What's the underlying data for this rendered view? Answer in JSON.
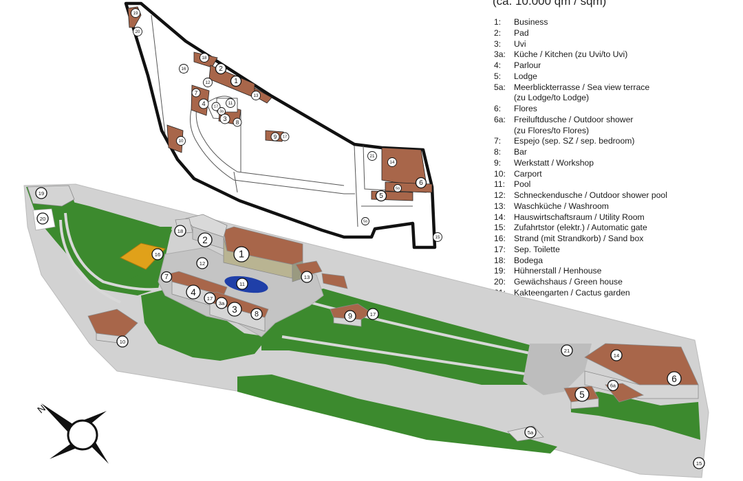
{
  "title": "(ca. 10.000 qm / sqm)",
  "legend": [
    {
      "num": "1:",
      "text": "Business"
    },
    {
      "num": "2:",
      "text": "Pad"
    },
    {
      "num": "3:",
      "text": "Uvi"
    },
    {
      "num": "3a:",
      "text": "Küche / Kitchen (zu Uvi/to Uvi)"
    },
    {
      "num": "4:",
      "text": "Parlour"
    },
    {
      "num": "5:",
      "text": "Lodge"
    },
    {
      "num": "5a:",
      "text": "Meerblickterrasse / Sea view terrace\n(zu Lodge/to Lodge)"
    },
    {
      "num": "6:",
      "text": "Flores"
    },
    {
      "num": "6a:",
      "text": "Freiluftdusche / Outdoor shower\n(zu Flores/to Flores)"
    },
    {
      "num": "7:",
      "text": "Espejo (sep. SZ / sep. bedroom)"
    },
    {
      "num": "8:",
      "text": "Bar"
    },
    {
      "num": "9:",
      "text": "Werkstatt / Workshop"
    },
    {
      "num": "10:",
      "text": "Carport"
    },
    {
      "num": "11:",
      "text": "Pool"
    },
    {
      "num": "12:",
      "text": "Schneckendusche / Outdoor shower pool"
    },
    {
      "num": "13:",
      "text": "Waschküche / Washroom"
    },
    {
      "num": "14:",
      "text": "Hauswirtschaftsraum / Utility Room"
    },
    {
      "num": "15:",
      "text": "Zufahrtstor (elektr.) / Automatic gate"
    },
    {
      "num": "16:",
      "text": "Strand (mit Strandkorb) / Sand box"
    },
    {
      "num": "17:",
      "text": "Sep. Toilette"
    },
    {
      "num": "18:",
      "text": "Bodega"
    },
    {
      "num": "19:",
      "text": "Hühnerstall / Henhouse"
    },
    {
      "num": "20:",
      "text": "Gewächshaus / Green house"
    },
    {
      "num": "21:",
      "text": "Kakteengarten / Cactus garden"
    }
  ],
  "compass": {
    "label": "N"
  },
  "markers": [
    "1",
    "2",
    "3",
    "3a",
    "4",
    "5",
    "5a",
    "6",
    "6a",
    "7",
    "8",
    "9",
    "10",
    "11",
    "12",
    "13",
    "14",
    "15",
    "16",
    "17",
    "18",
    "19",
    "20",
    "21"
  ],
  "colors": {
    "lawn": "#3c8a2e",
    "roof": "#a8664a",
    "pool": "#1f3fa8",
    "sand": "#e0a11a",
    "paving": "#c8c8c8",
    "outline": "#111111"
  }
}
